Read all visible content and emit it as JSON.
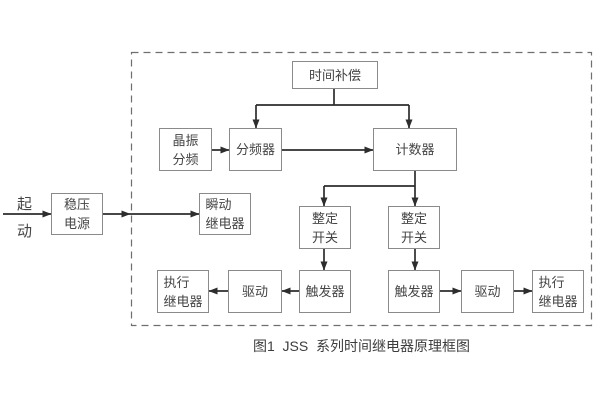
{
  "figure": {
    "caption": "图1  JSS  系列时间继电器原理框图"
  },
  "start_label": {
    "char1": "起",
    "char2": "动"
  },
  "blocks": {
    "time_compensation": {
      "label": "时间补偿"
    },
    "crystal_divider": {
      "line1": "晶振",
      "line2": "分频"
    },
    "frequency_divider": {
      "label": "分频器"
    },
    "counter": {
      "label": "计数器"
    },
    "power_supply": {
      "line1": "稳压",
      "line2": "电源"
    },
    "instant_relay": {
      "line1": "瞬动",
      "line2": "继电器"
    },
    "setting_switch_left": {
      "line1": "整定",
      "line2": "开关"
    },
    "setting_switch_right": {
      "line1": "整定",
      "line2": "开关"
    },
    "trigger_left": {
      "label": "触发器"
    },
    "trigger_right": {
      "label": "触发器"
    },
    "drive_left": {
      "label": "驱动"
    },
    "drive_right": {
      "label": "驱动"
    },
    "exec_relay_left": {
      "line1": "执行",
      "line2": "继电器"
    },
    "exec_relay_right": {
      "line1": "执行",
      "line2": "继电器"
    }
  },
  "colors": {
    "bg": "#ffffff",
    "wire": "#2d2d2d",
    "box_border": "#8a8a8a",
    "box_bg": "#ffffff",
    "text": "#454545",
    "dash": "#6f6f6f"
  }
}
